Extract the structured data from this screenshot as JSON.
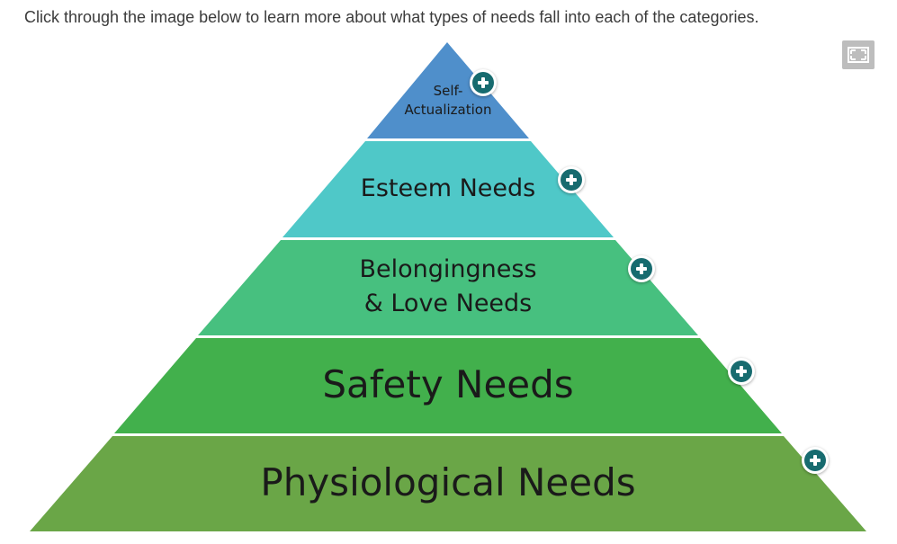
{
  "instruction": "Click through the image below to learn more about what types of needs fall into each of the categories.",
  "fullscreen_icon": "fullscreen-icon",
  "pyramid": {
    "tiers": [
      {
        "label": "Self-\nActualization",
        "color": "#4f8fcb"
      },
      {
        "label": "Esteem Needs",
        "color": "#4fc8c8"
      },
      {
        "label": "Belongingness\n& Love Needs",
        "color": "#47c07f"
      },
      {
        "label": "Safety Needs",
        "color": "#42b04c"
      },
      {
        "label": "Physiological Needs",
        "color": "#6aa647"
      }
    ],
    "hotspot_icon": "plus-circle-icon",
    "hotspot_color": "#176b6f"
  }
}
